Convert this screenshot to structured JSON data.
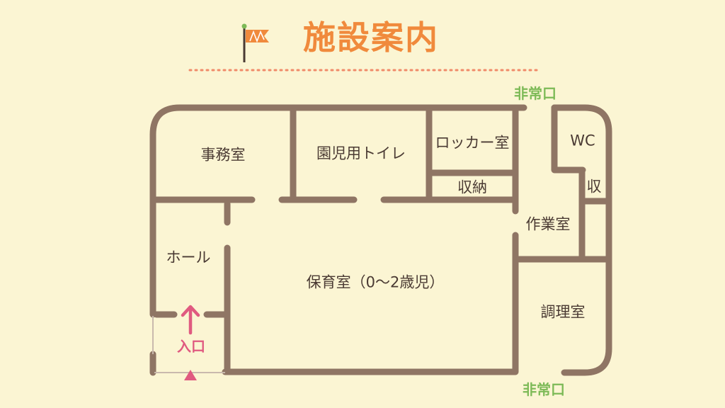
{
  "title": "施設案内",
  "colors": {
    "background": "#fbf5d3",
    "wall": "#8f7564",
    "title": "#f08a3c",
    "exit_text": "#7dba57",
    "entrance": "#e05a80",
    "flag": "#f08a3c",
    "dotted_line": "#f08a6a"
  },
  "rooms": [
    {
      "id": "office",
      "label": "事務室"
    },
    {
      "id": "toilet",
      "label": "園児用トイレ"
    },
    {
      "id": "locker",
      "label": "ロッカー室"
    },
    {
      "id": "storage",
      "label": "収納"
    },
    {
      "id": "wc",
      "label": "WC"
    },
    {
      "id": "storage-small",
      "label": "収"
    },
    {
      "id": "workroom",
      "label": "作業室"
    },
    {
      "id": "hall",
      "label": "ホール"
    },
    {
      "id": "nursery",
      "label": "保育室（0～2歳児）"
    },
    {
      "id": "kitchen",
      "label": "調理室"
    }
  ],
  "exits": [
    {
      "id": "top",
      "label": "非常口"
    },
    {
      "id": "bottom",
      "label": "非常口"
    }
  ],
  "entrance": {
    "label": "入口"
  },
  "icons": [
    "flag-icon",
    "up-arrow-icon",
    "triangle-marker-icon"
  ]
}
